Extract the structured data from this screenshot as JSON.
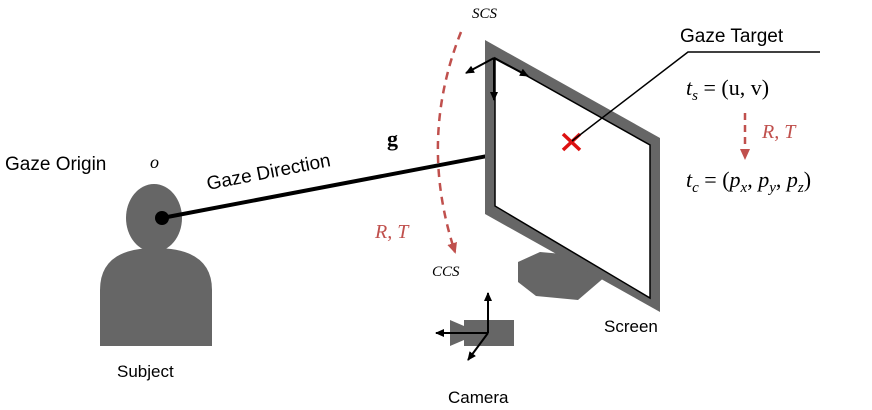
{
  "labels": {
    "gaze_origin": "Gaze Origin",
    "gaze_origin_symbol": "o",
    "gaze_direction": "Gaze Direction",
    "gaze_direction_symbol": "g",
    "gaze_target": "Gaze Target",
    "subject": "Subject",
    "screen": "Screen",
    "camera": "Camera",
    "scs": "SCS",
    "ccs": "CCS",
    "rt_left": "R, T",
    "rt_right": "R, T"
  },
  "equations": {
    "ts_lhs": "t",
    "ts_sub": "s",
    "ts_rhs": " = (u, v)",
    "tc_lhs": "t",
    "tc_sub": "c",
    "tc_rhs_open": " = (",
    "px": "p",
    "px_sub": "x",
    "py": "p",
    "py_sub": "y",
    "pz": "p",
    "pz_sub": "z",
    "comma": ", ",
    "close": ")"
  },
  "colors": {
    "figure_gray": "#666666",
    "transform_red": "#c0504d",
    "target_red": "#dd1111",
    "ink": "#000000"
  }
}
